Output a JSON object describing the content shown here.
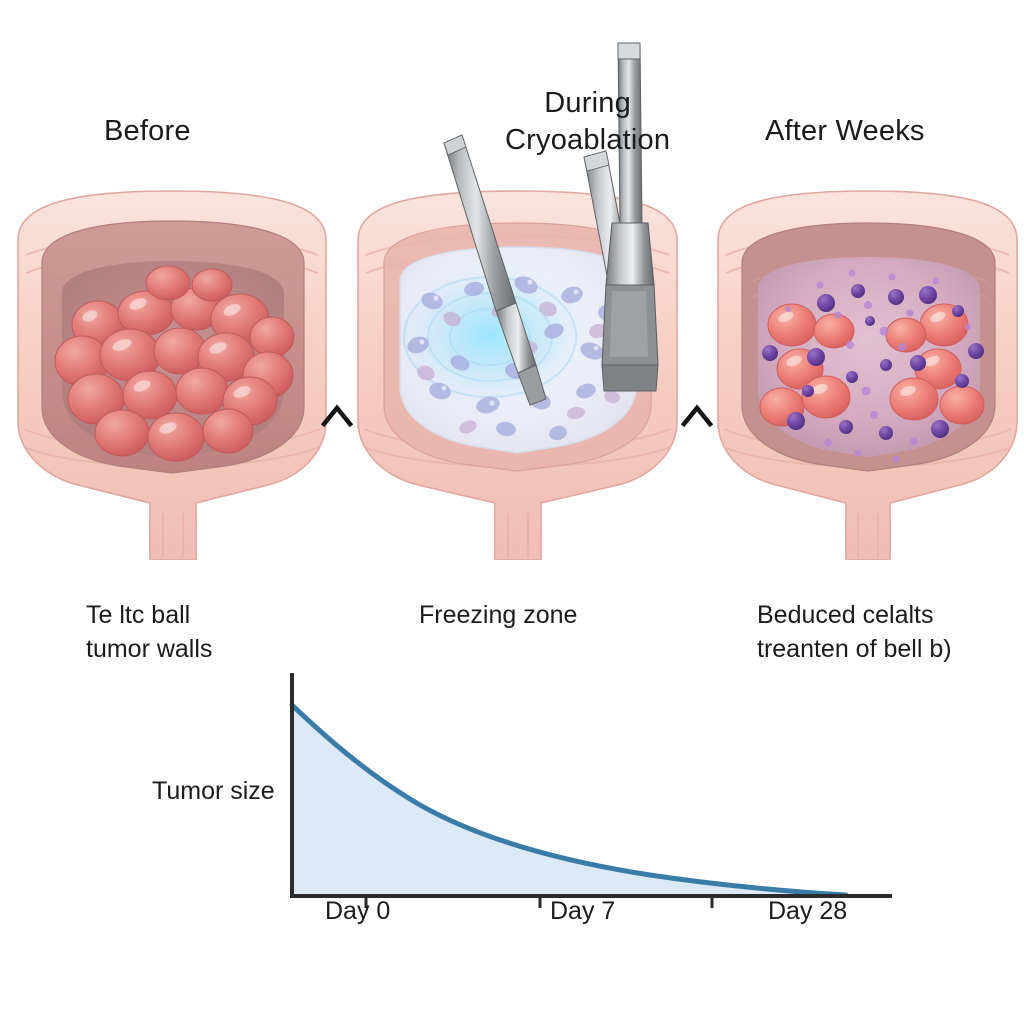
{
  "figure": {
    "background": "#ffffff",
    "subject": "bladder-cryoablation-progression"
  },
  "panels": [
    {
      "id": "before",
      "title": "Before",
      "caption": "Te ltc ball\ntumor walls",
      "illustration": "bladder-cross-section-with-tumor-nodules",
      "colors": {
        "outer_wall": "#f7d2c9",
        "inner_lining": "#c2898a",
        "tumor": "#e0686a",
        "tumor_highlight": "#f2a09c"
      }
    },
    {
      "id": "during",
      "title": "During\nCryoablation",
      "caption": "Freezing zone",
      "illustration": "bladder-with-cryoprobes-and-ice-ball",
      "probe_count": 3,
      "colors": {
        "probe_metal": "#8d9093",
        "probe_highlight": "#d7dadd",
        "ice": "#eef3fb",
        "ice_glow": "#6fd0f0",
        "ice_crystal": "#9aa6da"
      }
    },
    {
      "id": "after",
      "title": "After Weeks",
      "caption": "Beduced celalts\ntreanten of bell b)",
      "illustration": "bladder-with-reduced-tumors-and-apoptotic-cells",
      "colors": {
        "healed_tissue": "#d5aec2",
        "residual_tumor": "#ea7a77",
        "apoptotic_cell": "#6d44a0"
      }
    }
  ],
  "arrows": [
    {
      "name": "arrow-before-to-during",
      "glyph": "chevron-right"
    },
    {
      "name": "arrow-during-to-after",
      "glyph": "chevron-right"
    }
  ],
  "chart_data": {
    "type": "area",
    "title": "",
    "xlabel": "",
    "ylabel": "Tumor size",
    "categories": [
      "Day 0",
      "Day 7",
      "Day 28"
    ],
    "x": [
      0,
      7,
      28
    ],
    "values": [
      100,
      47,
      4
    ],
    "curve": "exponential-decay",
    "series": [
      {
        "name": "Tumor size",
        "values": [
          100,
          47,
          4
        ]
      }
    ],
    "xlim": [
      0,
      32
    ],
    "ylim": [
      0,
      110
    ],
    "grid": false,
    "legend": "none",
    "line_color": "#3a7ca8",
    "fill_color": "#dceaf7",
    "axis_color": "#2b2b2b"
  }
}
